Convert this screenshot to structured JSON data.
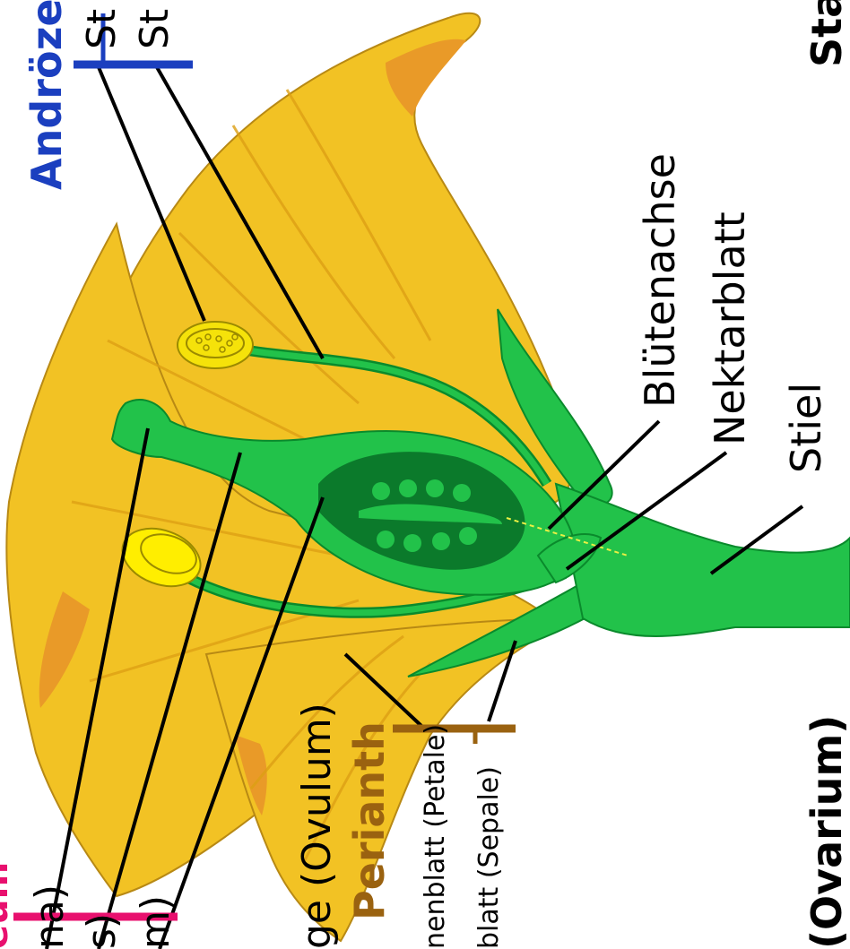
{
  "labels": {
    "androeceum": "Andröze",
    "stamen_top_1": "St",
    "stamen_top_2": "St",
    "right_cut": "Sta",
    "bluetenachse": "Blütenachse",
    "nektarblatt": "Nektarblatt",
    "stiel": "Stiel",
    "ovarium": "(Ovarium)",
    "ovulum": "ge (Ovulum)",
    "perianth": "Perianth",
    "petale": "nenblatt (Petale)",
    "sepale": "blatt (Sepale)",
    "left_1": "na)",
    "left_2": "s)",
    "left_3": "m)",
    "gyn_cut": "eum"
  },
  "colors": {
    "androeceum": "#1b3fbf",
    "gynoeceum": "#e8106e",
    "perianth": "#9a6210",
    "petal": "#f2c224",
    "petal_shadow": "#e6a51c",
    "green_light": "#22c24a",
    "green_dark": "#0a8a2c",
    "anther": "#ffee00"
  }
}
